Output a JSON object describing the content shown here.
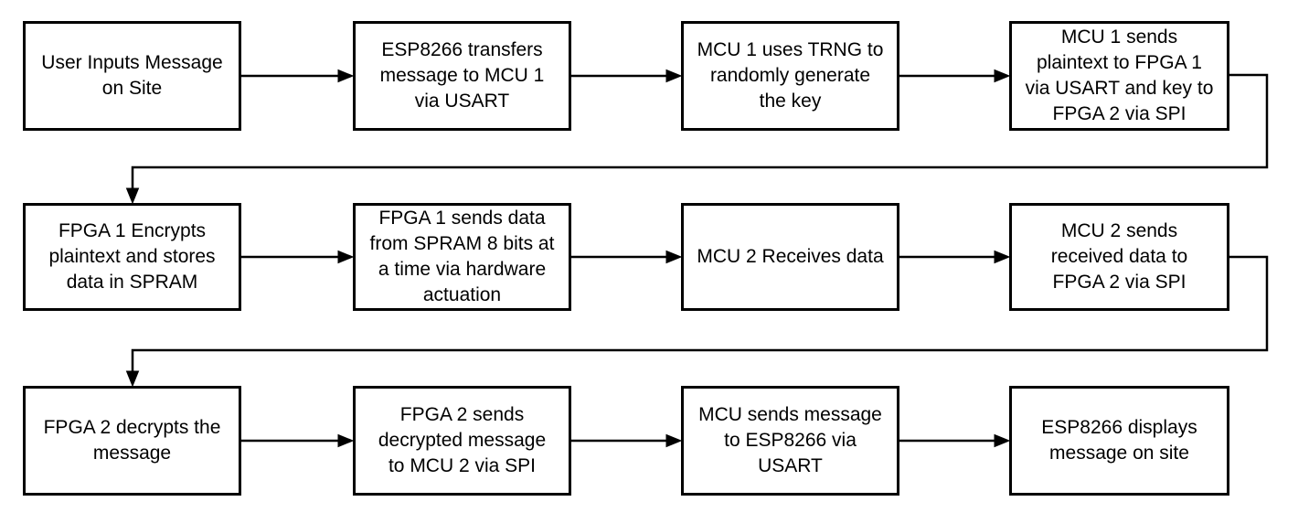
{
  "diagram": {
    "type": "flowchart",
    "background_color": "#ffffff",
    "node_fill_color": "#ffffff",
    "node_stroke_color": "#000000",
    "arrow_color": "#000000",
    "nodes": [
      {
        "id": 1,
        "label": "User Inputs Message\non Site"
      },
      {
        "id": 2,
        "label": "ESP8266 transfers\nmessage to MCU 1\nvia USART"
      },
      {
        "id": 3,
        "label": "MCU 1 uses TRNG to\nrandomly generate\nthe key"
      },
      {
        "id": 4,
        "label": "MCU 1 sends\nplaintext to FPGA 1\nvia USART and key to\nFPGA 2 via SPI"
      },
      {
        "id": 5,
        "label": "FPGA 1 Encrypts\nplaintext and stores\ndata in SPRAM"
      },
      {
        "id": 6,
        "label": "FPGA 1 sends data\nfrom SPRAM 8 bits at\na time via hardware\nactuation"
      },
      {
        "id": 7,
        "label": "MCU 2 Receives data"
      },
      {
        "id": 8,
        "label": "MCU 2 sends\nreceived data to\nFPGA 2 via SPI"
      },
      {
        "id": 9,
        "label": "FPGA 2 decrypts the\nmessage"
      },
      {
        "id": 10,
        "label": "FPGA 2 sends\ndecrypted message\nto MCU 2 via SPI"
      },
      {
        "id": 11,
        "label": "MCU sends message\nto ESP8266 via\nUSART"
      },
      {
        "id": 12,
        "label": "ESP8266 displays\nmessage on site"
      }
    ],
    "edges": [
      {
        "from": 1,
        "to": 2,
        "style": "straight-arrow"
      },
      {
        "from": 2,
        "to": 3,
        "style": "straight-arrow"
      },
      {
        "from": 3,
        "to": 4,
        "style": "straight-arrow"
      },
      {
        "from": 4,
        "to": 5,
        "style": "elbow-wrap-arrow"
      },
      {
        "from": 5,
        "to": 6,
        "style": "straight-arrow"
      },
      {
        "from": 6,
        "to": 7,
        "style": "straight-arrow"
      },
      {
        "from": 7,
        "to": 8,
        "style": "straight-arrow"
      },
      {
        "from": 8,
        "to": 9,
        "style": "elbow-wrap-arrow"
      },
      {
        "from": 9,
        "to": 10,
        "style": "straight-arrow"
      },
      {
        "from": 10,
        "to": 11,
        "style": "straight-arrow"
      },
      {
        "from": 11,
        "to": 12,
        "style": "straight-arrow"
      }
    ]
  }
}
